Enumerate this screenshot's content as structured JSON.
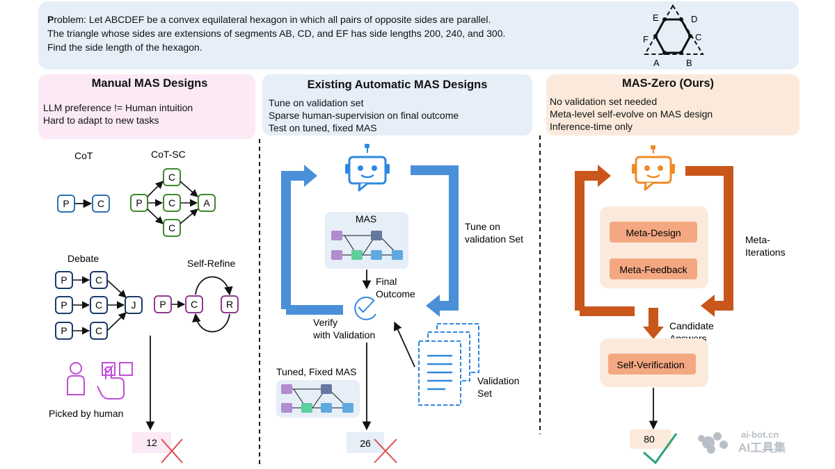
{
  "problem": {
    "bold_prefix": "P",
    "text_line1": "roblem: Let ABCDEF be a convex equilateral hexagon in which all pairs of opposite sides are parallel.",
    "text_line2": "The triangle whose sides are extensions of segments AB, CD, and EF has side lengths 200, 240, and 300.",
    "text_line3": "Find the side length of the hexagon.",
    "vertex_labels": [
      "E",
      "D",
      "F",
      "C",
      "A",
      "B"
    ]
  },
  "manual": {
    "title": "Manual MAS Designs",
    "lines": [
      "LLM preference != Human intuition",
      "Hard to adapt to new tasks"
    ],
    "cot_label": "CoT",
    "cotsc_label": "CoT-SC",
    "debate_label": "Debate",
    "selfrefine_label": "Self-Refine",
    "picked_label": "Picked by human",
    "score": "12",
    "nodes": {
      "p": "P",
      "c": "C",
      "a": "A",
      "j": "J",
      "r": "R"
    }
  },
  "existing": {
    "title": "Existing Automatic MAS Designs",
    "lines": [
      "Tune on validation set",
      "Sparse human-supervision on final outcome",
      "Test on tuned, fixed MAS"
    ],
    "mas_label": "MAS",
    "tune_label_1": "Tune on",
    "tune_label_2": "validation Set",
    "final_1": "Final",
    "final_2": "Outcome",
    "verify_1": "Verify",
    "verify_2": "with Validation",
    "tuned_label": "Tuned, Fixed MAS",
    "valset_1": "Validation",
    "valset_2": "Set",
    "score": "26"
  },
  "maszero": {
    "title": "MAS-Zero (Ours)",
    "lines": [
      "No validation set needed",
      "Meta-level self-evolve on MAS design",
      "Inference-time only"
    ],
    "meta_design": "Meta-Design",
    "meta_feedback": "Meta-Feedback",
    "meta_iter_1": "Meta-",
    "meta_iter_2": "Iterations",
    "cand_1": "Candidate",
    "cand_2": "Answers",
    "self_verif": "Self-Verification",
    "score": "80"
  },
  "watermark": {
    "line1": "ai-bot.cn",
    "line2": "AI工具集"
  },
  "colors": {
    "blue": "#2e6fb5",
    "green": "#3b8a2a",
    "navy": "#1a3a6b",
    "purple": "#8e3a8e",
    "magenta": "#c04cd6",
    "arrow_blue": "#4a90d9",
    "arrow_orange": "#c9561a",
    "red_x": "#e05050",
    "green_check": "#2aa37a"
  }
}
